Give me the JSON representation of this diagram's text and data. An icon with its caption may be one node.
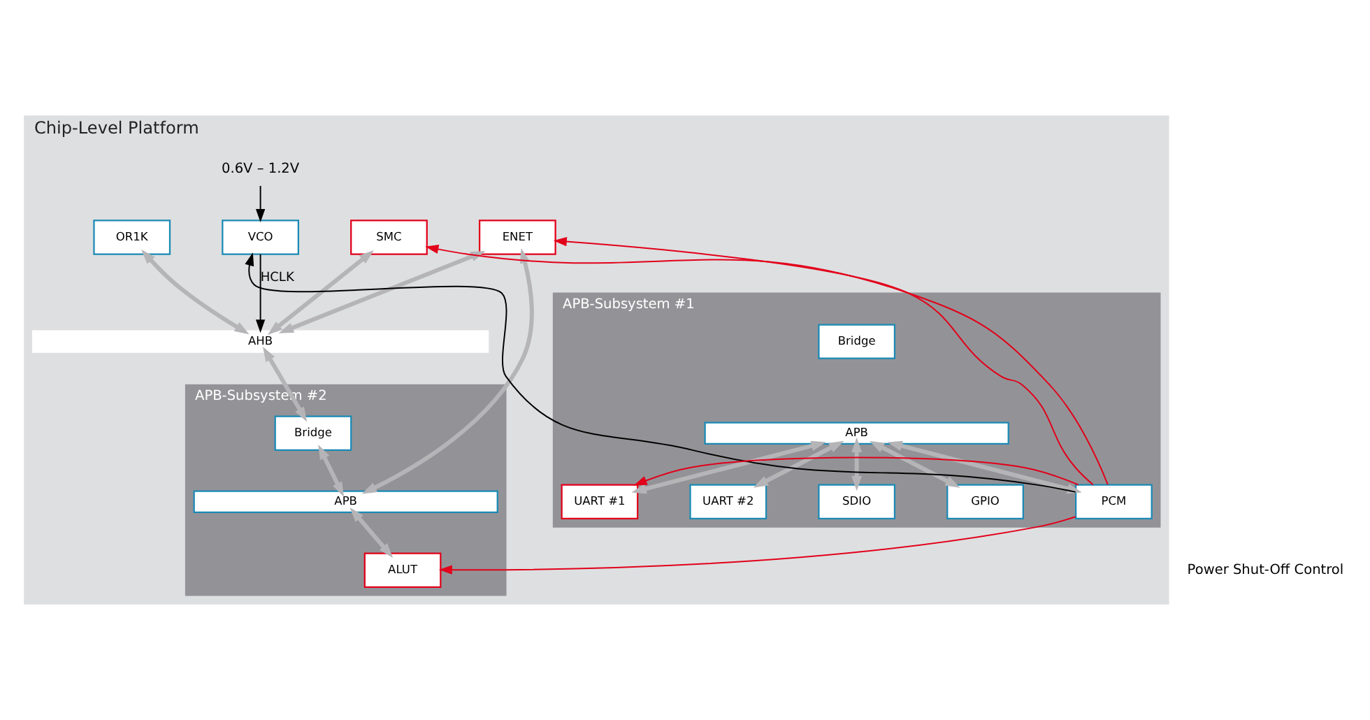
{
  "diagram": {
    "nodes": [
      {
        "text": [
          "Chip-Level Platform"
        ]
      },
      {
        "text": [
          "OR1K"
        ],
        "in": 0
      },
      {
        "text": [
          "VCO"
        ],
        "in": 0
      },
      {
        "text": [
          "SMC"
        ],
        "in": 0
      },
      {
        "text": [
          "ENET"
        ],
        "in": 0
      },
      {
        "text": [
          "AHB"
        ],
        "in": 0
      },
      {
        "text": [
          "APB-Subsystem #1"
        ],
        "in": 0
      },
      {
        "text": [
          "Bridge"
        ],
        "in": 6
      },
      {
        "text": [
          "APB"
        ],
        "in": 6
      },
      {
        "text": [
          "UART #1"
        ],
        "in": 6
      },
      {
        "text": [
          "UART #2"
        ],
        "in": 6
      },
      {
        "text": [
          "SDIO"
        ],
        "in": 6
      },
      {
        "text": [
          "GPIO"
        ],
        "in": 6
      },
      {
        "text": [
          "PCM"
        ],
        "in": 6
      },
      {
        "text": [
          "APB-Subsystem #2"
        ],
        "in": 0
      },
      {
        "text": [
          "Bridge"
        ],
        "in": 14
      },
      {
        "text": [
          "APB"
        ],
        "in": 14
      },
      {
        "text": [
          "ALUT"
        ],
        "in": 14
      },
      {
        "text": [
          "0.6V – 1.2V"
        ],
        "in": 0
      }
    ],
    "edges": [
      {
        "from": 18,
        "to": 2,
        "arrow": "to",
        "color": "#000000"
      },
      {
        "from": 1,
        "to": 5,
        "arrow": "both"
      },
      {
        "from": 2,
        "to": 5,
        "arrow": "to",
        "label": "HCLK",
        "color": "#000000"
      },
      {
        "from": 3,
        "to": 5,
        "arrow": "both"
      },
      {
        "from": 4,
        "to": 5,
        "arrow": "both"
      },
      {
        "from": 4,
        "to": 16,
        "arrow": "both"
      },
      {
        "from": 5,
        "to": 15,
        "arrow": "both"
      },
      {
        "from": 15,
        "to": 16,
        "arrow": "both"
      },
      {
        "from": 16,
        "to": 17,
        "arrow": "both"
      },
      {
        "from": 8,
        "to": 9,
        "arrow": "both"
      },
      {
        "from": 8,
        "to": 10,
        "arrow": "both"
      },
      {
        "from": 8,
        "to": 11,
        "arrow": "both"
      },
      {
        "from": 8,
        "to": 12,
        "arrow": "both"
      },
      {
        "from": 8,
        "to": 13,
        "arrow": "both"
      },
      {
        "from": 13,
        "to": 2,
        "arrow": "to",
        "color": "#000000"
      },
      {
        "from": 13,
        "to": 9,
        "arrow": "to",
        "color": "#e2001a"
      },
      {
        "from": 13,
        "to": 17,
        "arrow": "to",
        "color": "#e2001a"
      },
      {
        "from": 13,
        "to": 3,
        "arrow": "to",
        "color": "#e2001a"
      },
      {
        "from": 13,
        "to": 4,
        "arrow": "to",
        "color": "#e2001a"
      }
    ],
    "labels": [
      "Power Shut-Off Control"
    ]
  }
}
